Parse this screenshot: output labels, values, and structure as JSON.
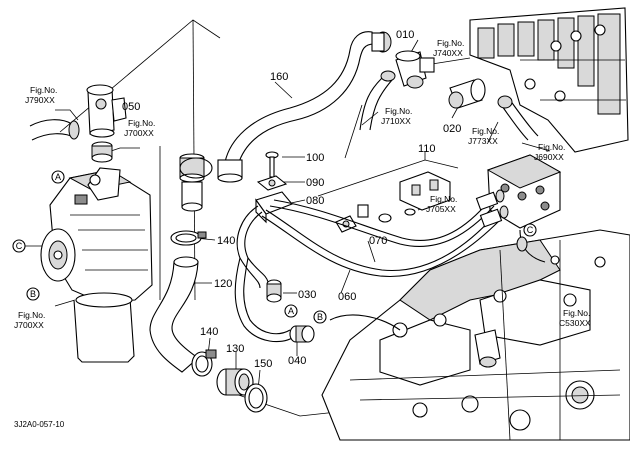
{
  "part_labels": {
    "p010": "010",
    "p020": "020",
    "p030": "030",
    "p040": "040",
    "p050": "050",
    "p060": "060",
    "p070": "070",
    "p080": "080",
    "p090": "090",
    "p100": "100",
    "p110": "110",
    "p120": "120",
    "p130": "130",
    "p140a": "140",
    "p140b": "140",
    "p150": "150",
    "p160": "160"
  },
  "figure_refs": {
    "heading": "Fig.No.",
    "j790": "J790XX",
    "j700_top": "J700XX",
    "j700_left": "J700XX",
    "j740": "J740XX",
    "j710": "J710XX",
    "j773": "J773XX",
    "j690": "J690XX",
    "j705": "J705XX",
    "c530": "C530XX"
  },
  "markers": {
    "a": "A",
    "b": "B",
    "c": "C"
  },
  "drawing_code": "3J2A0-057-10"
}
